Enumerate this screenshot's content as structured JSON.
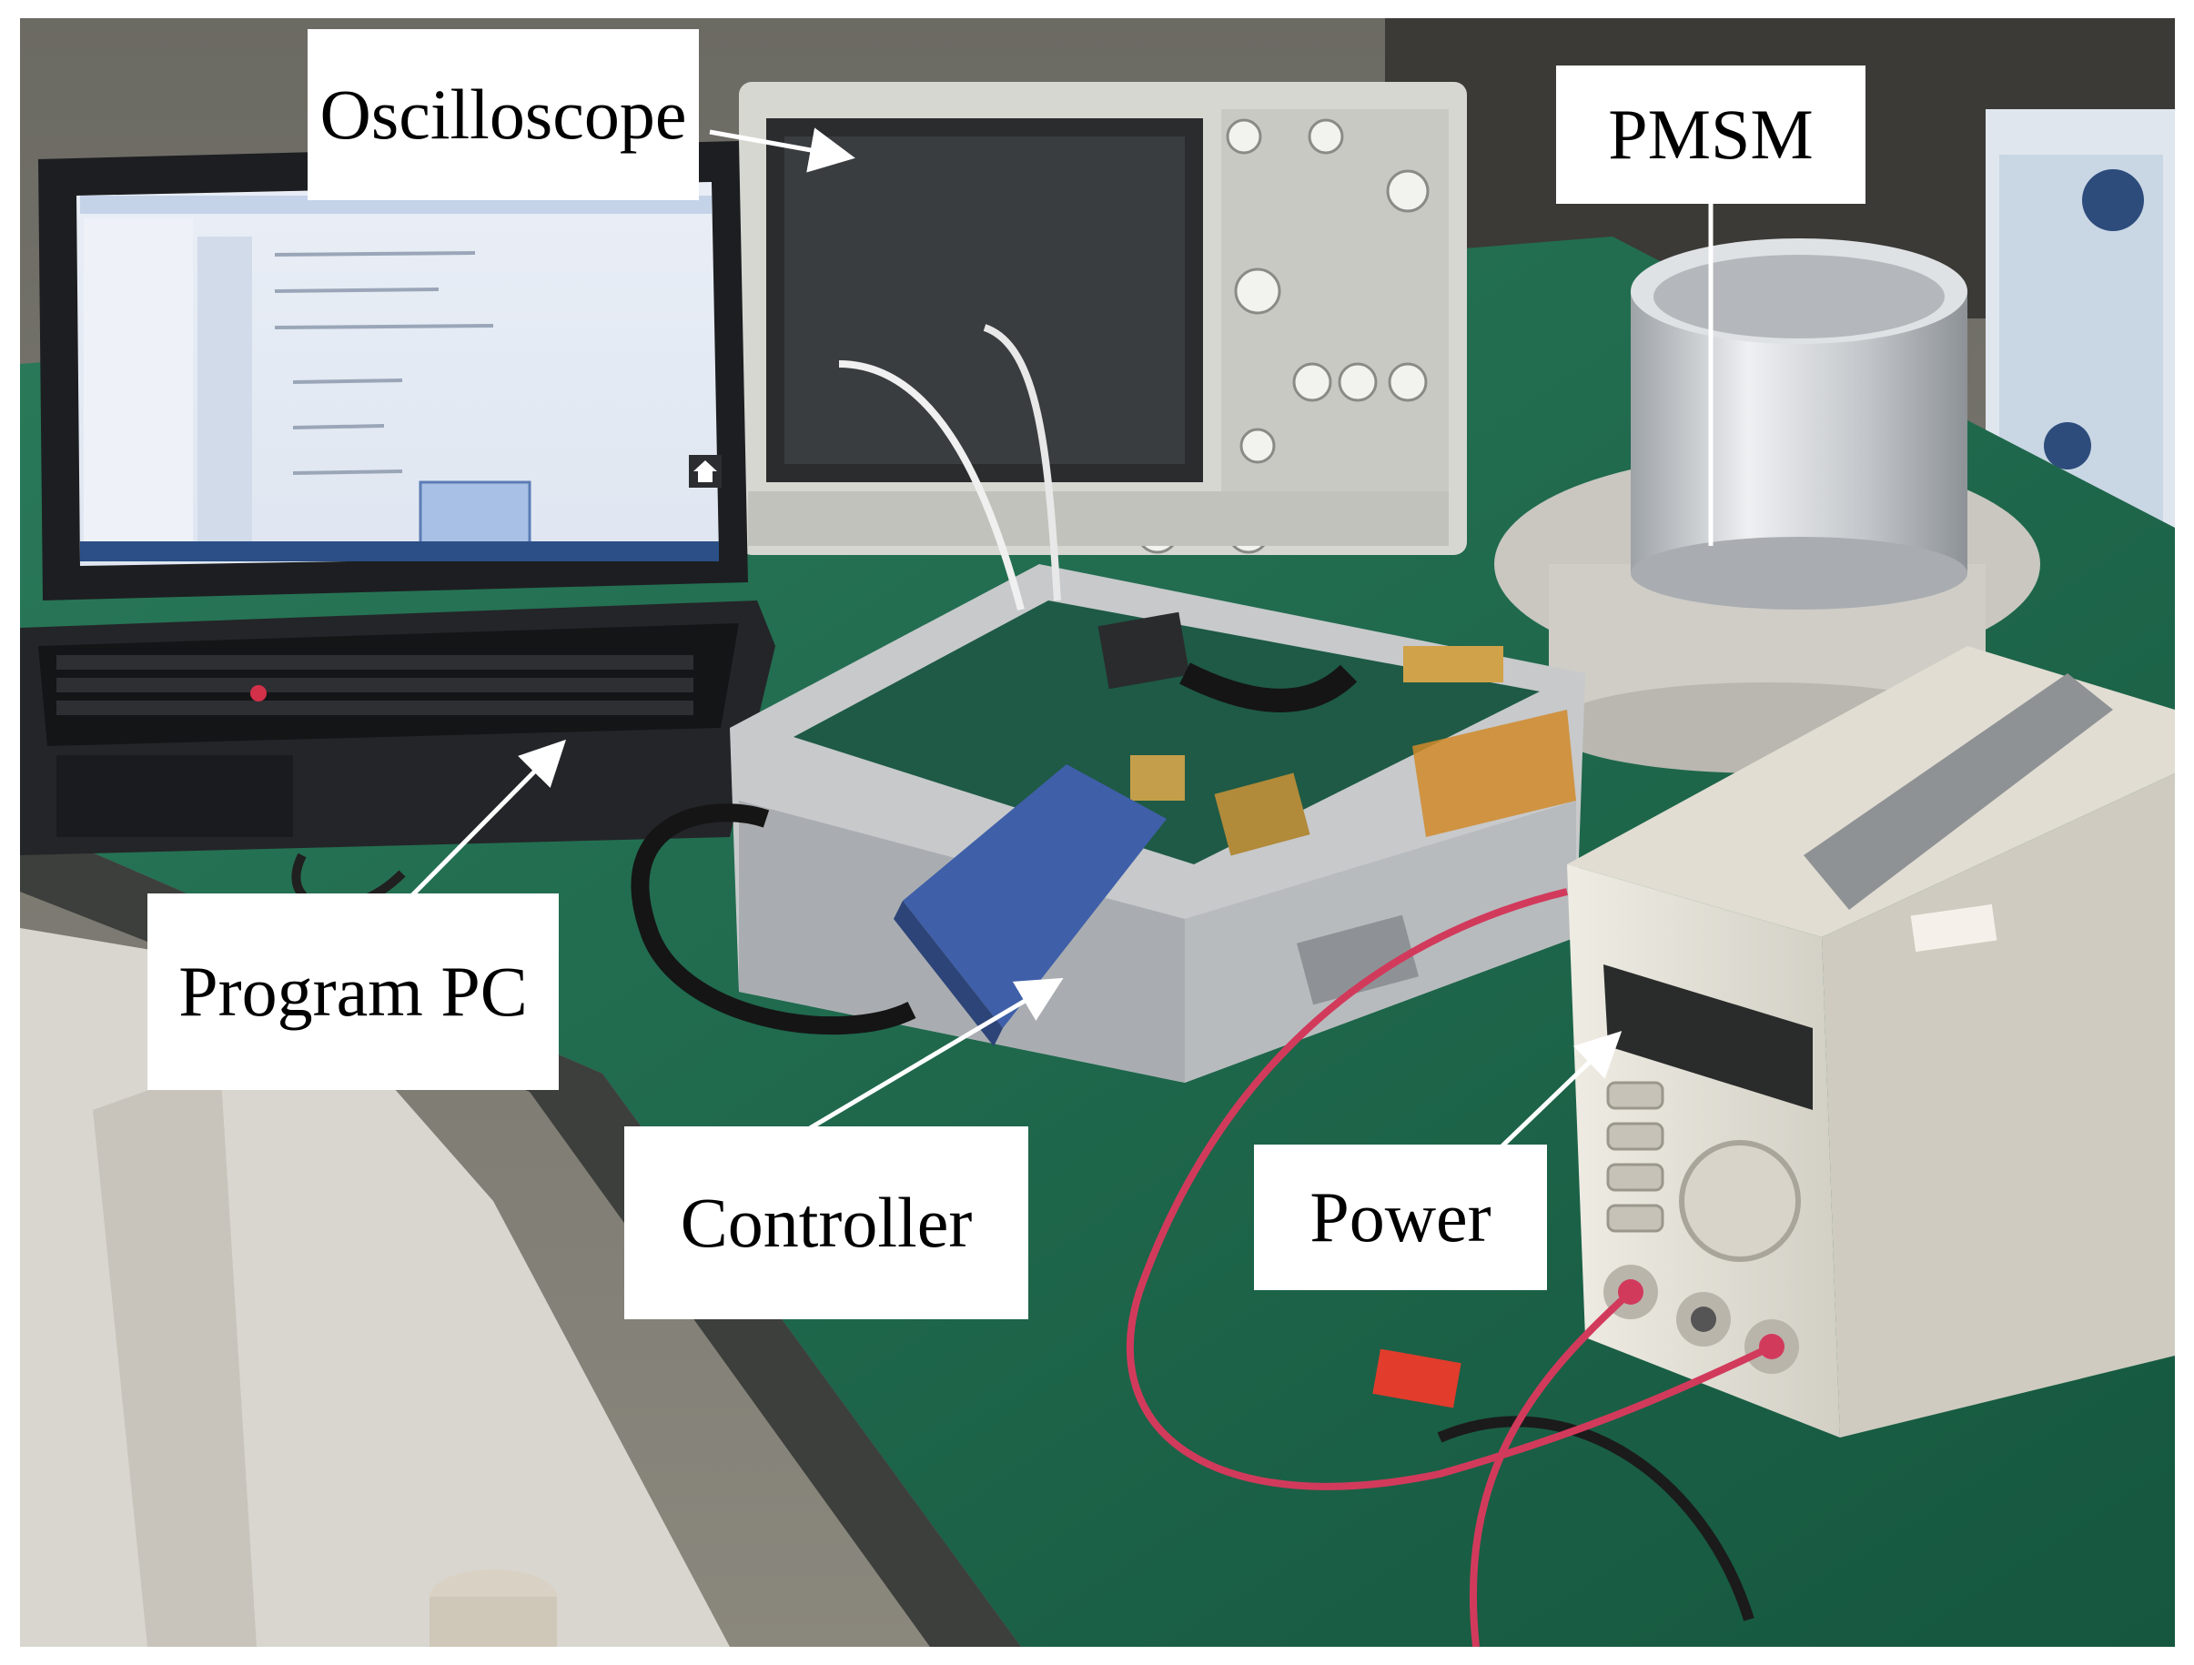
{
  "labels": {
    "oscilloscope": "Oscilloscope",
    "pmsm": "PMSM",
    "program_pc": "Program PC",
    "controller": "Controller",
    "power": "Power"
  },
  "colors": {
    "table_green": "#1f6b4e",
    "floor": "#d9d6cf",
    "aluminum": "#c9ccd0",
    "laptop_black": "#1d1e21",
    "emulator_blue": "#3f5fa8",
    "power_supply": "#e7e4da",
    "red_cable": "#d23a5c",
    "arrow_white": "#ffffff"
  },
  "icons": [
    "home-icon"
  ]
}
